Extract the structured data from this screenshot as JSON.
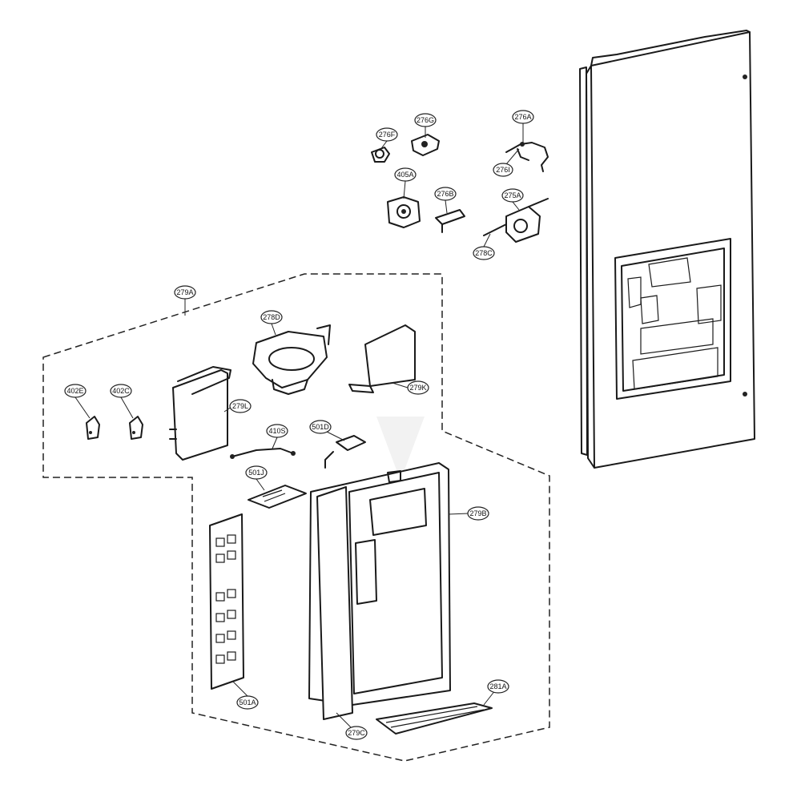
{
  "diagram": {
    "title": "",
    "colors": {
      "line": "#1a1a1a",
      "background": "#ffffff"
    },
    "callouts": [
      {
        "id": "276A",
        "text": "276A"
      },
      {
        "id": "276F",
        "text": "276F"
      },
      {
        "id": "276G",
        "text": "276G"
      },
      {
        "id": "276I",
        "text": "276I"
      },
      {
        "id": "405A",
        "text": "405A"
      },
      {
        "id": "276B",
        "text": "276B"
      },
      {
        "id": "275A",
        "text": "275A"
      },
      {
        "id": "278C",
        "text": "278C"
      },
      {
        "id": "279A",
        "text": "279A"
      },
      {
        "id": "278D",
        "text": "278D"
      },
      {
        "id": "279K",
        "text": "279K"
      },
      {
        "id": "402E",
        "text": "402E"
      },
      {
        "id": "402C",
        "text": "402C"
      },
      {
        "id": "279L",
        "text": "279L"
      },
      {
        "id": "410S",
        "text": "410S"
      },
      {
        "id": "501D",
        "text": "501D"
      },
      {
        "id": "501J",
        "text": "501J"
      },
      {
        "id": "279B",
        "text": "279B"
      },
      {
        "id": "501A",
        "text": "501A"
      },
      {
        "id": "281A",
        "text": "281A"
      },
      {
        "id": "279C",
        "text": "279C"
      }
    ]
  }
}
